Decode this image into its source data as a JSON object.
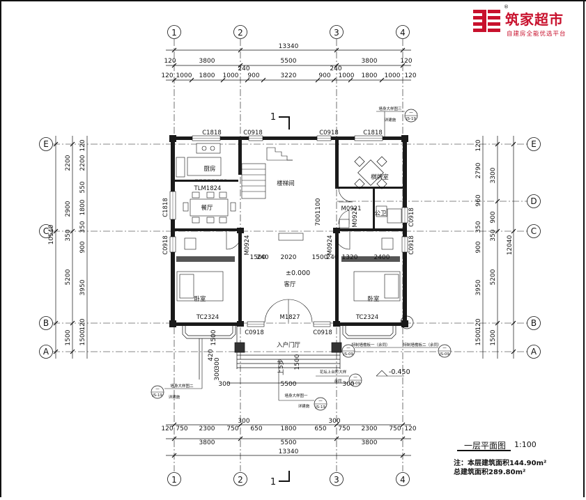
{
  "brand": {
    "name": "筑家超市",
    "tagline": "自建房全能优选平台",
    "registered": "®",
    "color": "#c8112d"
  },
  "plan": {
    "title": "一层平面图",
    "scale": "1:100",
    "note_floor_area": "注：本层建筑面积144.90m²",
    "note_total_area": "总建筑面积289.80m²",
    "section_mark": "1",
    "elevation_floor": "±0.000",
    "elevation_exterior": "-0.450"
  },
  "axes": {
    "vertical": [
      "1",
      "2",
      "3",
      "4"
    ],
    "horizontal": [
      "A",
      "B",
      "C",
      "D",
      "E"
    ]
  },
  "dimensions": {
    "top_total": "13340",
    "top_axis": [
      "120",
      "3800",
      "5500",
      "3800",
      "120"
    ],
    "top_detail": [
      "120",
      "1000",
      "1800",
      "1000",
      "240",
      "900",
      "3220",
      "900",
      "240",
      "1000",
      "1800",
      "1000",
      "120"
    ],
    "bottom_total": "13340",
    "bottom_axis": [
      "3800",
      "5500",
      "3800"
    ],
    "bottom_detail": [
      "120",
      "750",
      "2300",
      "750",
      "300",
      "650",
      "1800",
      "650",
      "300",
      "750",
      "2300",
      "750",
      "120"
    ],
    "bottom_porch": [
      "300",
      "5500",
      "300"
    ],
    "left_total": "10540",
    "left_outer": [
      "1500",
      "5200",
      "350",
      "2900",
      "2200"
    ],
    "left_inner": [
      "1500",
      "120",
      "3950",
      "900",
      "350",
      "1800",
      "550",
      "2200",
      "120"
    ],
    "right_total": "12040",
    "right_outer": [
      "1500",
      "5200",
      "350",
      "3300"
    ],
    "right_inner": [
      "1500",
      "120",
      "3950",
      "900",
      "350",
      "900",
      "960",
      "2790",
      "120"
    ],
    "porch_side": [
      "420",
      "300",
      "1500"
    ],
    "door_side": [
      "700",
      "1100"
    ],
    "stair_label": "上5步",
    "stair_width": "1500",
    "living_split": [
      "240",
      "1500",
      "2020",
      "1500",
      "240",
      "1320",
      "2400"
    ]
  },
  "rooms": {
    "kitchen": "厨房",
    "dining": "餐厅",
    "stair": "楼梯间",
    "tea": "棋牌室",
    "wc": "公卫",
    "living": "客厅",
    "bed_left": "卧室",
    "bed_right": "卧室",
    "porch": "入户门厅"
  },
  "openings": {
    "c1818_a": "C1818",
    "c0918_a": "C0918",
    "c0918_b": "C0918",
    "c1818_b": "C1818",
    "c1818_side": "C1818",
    "tlm1824": "TLM1824",
    "m0924_a": "M0924",
    "m0924_b": "M0924",
    "m0924_c": "M0924",
    "m0921": "M0921",
    "c0918_left": "C0918",
    "c0918_right1": "C0918",
    "c0918_right2": "C0918",
    "tc2324_a": "TC2324",
    "tc2324_b": "TC2324",
    "m1827": "M1827",
    "c0918_front_a": "C0918",
    "c0918_front_b": "C0918"
  },
  "details": {
    "wall_detail_3": "墙身大样图三",
    "wall_detail_2": "墙身大样图二",
    "wall_detail_1": "墙身大样图一",
    "see_build": "详建施",
    "js19": "JS-19",
    "dash": "一",
    "porch_detail_1": "特制墙檐板一（余同）",
    "porch_detail_2": "特制墙檐板二（余同）",
    "flower_bed": "花坛上台阶大样",
    "yu_tong": "余同",
    "js09": "JS-09"
  }
}
